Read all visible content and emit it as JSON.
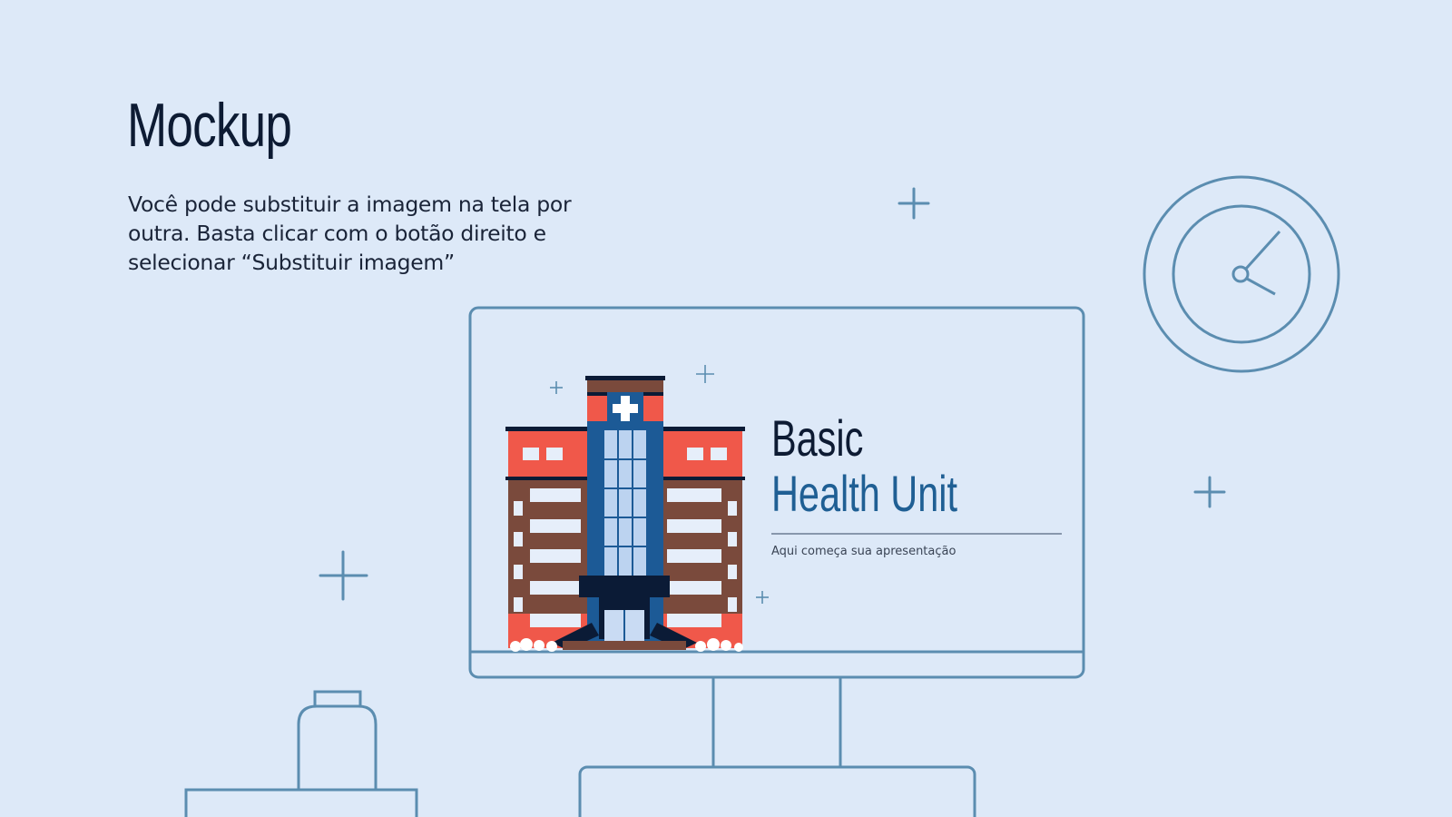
{
  "header": {
    "title": "Mockup",
    "description": "Você pode substituir a imagem na tela por outra. Basta clicar com o botão direito e selecionar “Substituir imagem”"
  },
  "screen_slide": {
    "title_line1": "Basic",
    "title_line2": "Health Unit",
    "subtitle": "Aqui começa sua apresentação",
    "illustration": "hospital-building"
  },
  "decorations": {
    "icons": [
      "plus-icon",
      "clock-icon",
      "monitor-icon",
      "jar-icon",
      "shelf-icon"
    ]
  },
  "colors": {
    "background": "#dde9f8",
    "stroke": "#5b8db0",
    "title": "#0d1b33",
    "accent_blue": "#1f5f94",
    "building_red": "#f0584a",
    "building_brown": "#7a4a3c",
    "building_blue": "#1c5a96",
    "building_navy": "#0b1b36"
  }
}
